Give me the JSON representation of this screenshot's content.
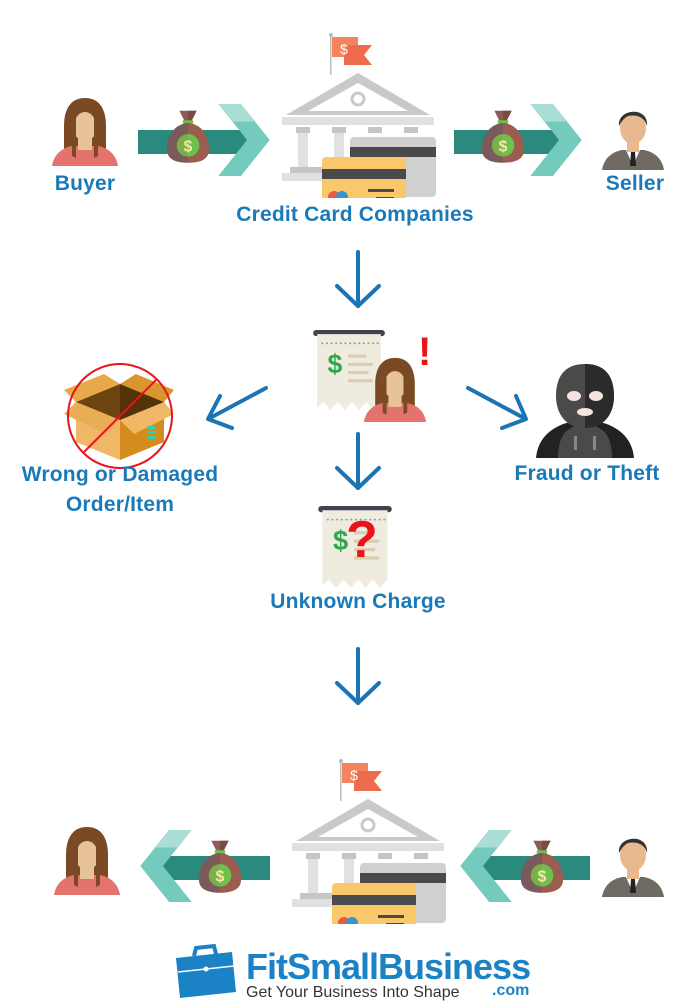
{
  "top_flow": {
    "buyer_label": "Buyer",
    "seller_label": "Seller",
    "bank_label": "Credit Card Companies",
    "direction": "buyer-to-bank-to-seller"
  },
  "middle": {
    "dispute_icon": "receipt-with-alert-person-icon",
    "reasons": [
      {
        "label_line1": "Wrong or Damaged",
        "label_line2": "Order/Item",
        "icon": "crossed-out-box-icon"
      },
      {
        "label": "Fraud or Theft",
        "icon": "masked-thief-icon"
      },
      {
        "label": "Unknown Charge",
        "icon": "receipt-question-icon"
      }
    ]
  },
  "bottom_flow": {
    "direction": "seller-to-bank-to-buyer"
  },
  "flag_symbol": "$",
  "money_symbol": "$",
  "alert_symbol": "!",
  "question_symbol": "?",
  "logo": {
    "name": "FitSmallBusiness",
    "tagline": "Get Your Business Into Shape",
    "suffix": ".com"
  },
  "colors": {
    "label_blue": "#1a7ab8",
    "arrow_blue": "#1b75b4",
    "teal": "#2a8a7e",
    "teal_light": "#74cbbd",
    "card_yellow": "#f9c86a",
    "flag_orange": "#f2845f"
  }
}
